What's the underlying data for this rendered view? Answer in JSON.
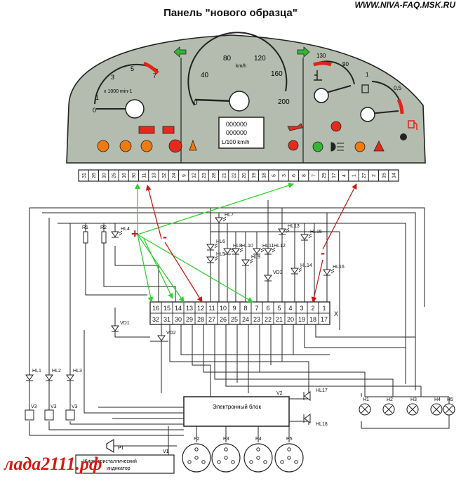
{
  "header": {
    "title": "Панель \"нового образца\"",
    "site": "WWW.NIVA-FAQ.MSK.RU"
  },
  "watermark": "лада2111.рф",
  "panel": {
    "tacho_ticks": [
      "0",
      "1",
      "3",
      "5",
      "7"
    ],
    "tacho_unit": "x 1000 min-1",
    "speedo_ticks": [
      "0",
      "40",
      "80",
      "120",
      "160",
      "200"
    ],
    "speedo_unit": "km/h",
    "temp_ticks": [
      "130",
      "90"
    ],
    "fuel_ticks": [
      "1",
      "0,5"
    ],
    "odo_line1": "000000",
    "odo_line2": "000000",
    "odo_line3": "L/100 km/h"
  },
  "panel_pins": [
    "31",
    "26",
    "10",
    "25",
    "16",
    "30",
    "11",
    "13",
    "32",
    "24",
    "9",
    "12",
    "23",
    "28",
    "21",
    "22",
    "20",
    "19",
    "18",
    "5",
    "3",
    "6",
    "8",
    "7",
    "29",
    "17",
    "4",
    "1",
    "27",
    "2",
    "15",
    "14"
  ],
  "connector": {
    "top_pins": [
      "16",
      "15",
      "14",
      "13",
      "12",
      "11",
      "10",
      "9",
      "8",
      "7",
      "6",
      "5",
      "4",
      "3",
      "2",
      "1"
    ],
    "bottom_pins": [
      "32",
      "31",
      "30",
      "29",
      "28",
      "27",
      "26",
      "25",
      "24",
      "23",
      "22",
      "21",
      "20",
      "19",
      "18",
      "17"
    ],
    "x_label": "X"
  },
  "components": {
    "resistors": [
      "R1",
      "R2"
    ],
    "diodes": [
      "HL4",
      "HL5",
      "HL6",
      "HL7",
      "HL8",
      "HL9",
      "HL10",
      "HL11",
      "HL12",
      "HL13",
      "HL14",
      "HL15",
      "HL16"
    ],
    "vd": [
      "VD1",
      "VD2",
      "VD3"
    ],
    "bottom_leds": [
      "HL1",
      "HL2",
      "HL3"
    ],
    "bottom_v": [
      "V3",
      "V3",
      "V3"
    ],
    "right_leds": [
      "HL17",
      "HL18"
    ],
    "v2": "V2",
    "lamps": [
      "H1",
      "H2",
      "H3",
      "H4",
      "H5"
    ],
    "electronic_block": "Электронный блок",
    "gauges": [
      "P2",
      "P3",
      "P4",
      "P5"
    ],
    "p1": "P1",
    "v1": "V1",
    "lcd_label_1": "Жидкокристаллический",
    "lcd_label_2": "индикатор"
  },
  "polarity": {
    "plus": "+",
    "minus": "-"
  },
  "colors": {
    "panel_fill": "#b3bcae",
    "wire": "#222222",
    "positive_arrow": "#2fd22f",
    "negative_arrow": "#c81a14",
    "warning_orange": "#f07a0e",
    "warning_red": "#e42a1c",
    "indicator_green": "#35b535"
  }
}
